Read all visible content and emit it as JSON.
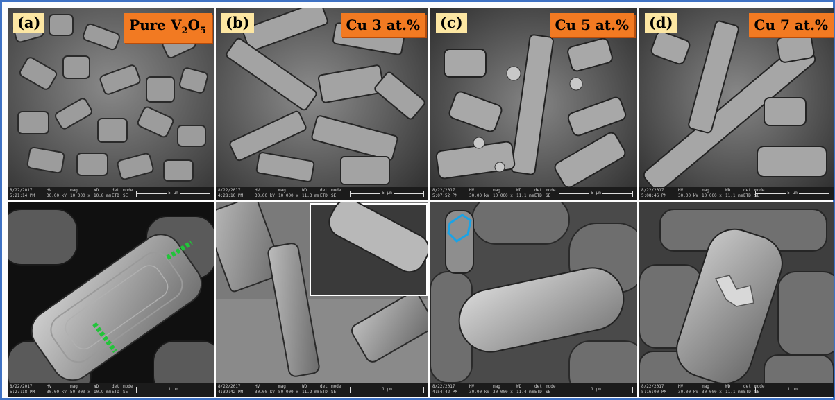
{
  "panels": [
    {
      "letter": "(a)",
      "title_main": "Pure V",
      "title_sub1": "2",
      "title_mid": "O",
      "title_sub2": "5",
      "top_bar": {
        "date": "8/22/2017",
        "time": "5:21:14 PM",
        "hv": "30.00 kV",
        "mag": "10 000 x",
        "wd": "10.8 mm",
        "det": "ETD",
        "mode": "SE",
        "scale": "5 μm"
      },
      "bottom_bar": {
        "date": "8/22/2017",
        "time": "5:27:18 PM",
        "hv": "30.00 kV",
        "mag": "50 000 x",
        "wd": "10.9 mm",
        "det": "ETD",
        "mode": "SE",
        "scale": "1 μm"
      }
    },
    {
      "letter": "(b)",
      "title": "Cu 3 at.%",
      "top_bar": {
        "date": "8/22/2017",
        "time": "4:28:10 PM",
        "hv": "30.00 kV",
        "mag": "10 000 x",
        "wd": "11.3 mm",
        "det": "ETD",
        "mode": "SE",
        "scale": "5 μm"
      },
      "bottom_bar": {
        "date": "8/22/2017",
        "time": "4:39:42 PM",
        "hv": "30.00 kV",
        "mag": "50 000 x",
        "wd": "11.2 mm",
        "det": "ETD",
        "mode": "SE",
        "scale": "1 μm"
      }
    },
    {
      "letter": "(c)",
      "title": "Cu 5 at.%",
      "top_bar": {
        "date": "8/22/2017",
        "time": "5:07:52 PM",
        "hv": "30.00 kV",
        "mag": "10 000 x",
        "wd": "11.1 mm",
        "det": "ETD",
        "mode": "SE",
        "scale": "5 μm"
      },
      "bottom_bar": {
        "date": "8/22/2017",
        "time": "4:54:42 PM",
        "hv": "30.00 kV",
        "mag": "30 000 x",
        "wd": "11.4 mm",
        "det": "ETD",
        "mode": "SE",
        "scale": "1 μm"
      }
    },
    {
      "letter": "(d)",
      "title": "Cu 7 at.%",
      "top_bar": {
        "date": "8/22/2017",
        "time": "5:08:46 PM",
        "hv": "30.00 kV",
        "mag": "10 000 x",
        "wd": "11.1 mm",
        "det": "ETD",
        "mode": "SE",
        "scale": "5 μm"
      },
      "bottom_bar": {
        "date": "8/22/2017",
        "time": "5:16:00 PM",
        "hv": "30.00 kV",
        "mag": "30 000 x",
        "wd": "11.1 mm",
        "det": "ETD",
        "mode": "SE",
        "scale": "1 μm"
      }
    }
  ],
  "bar_labels": {
    "hv": "HV",
    "mag": "mag",
    "wd": "WD",
    "det": "det",
    "mode": "mode"
  },
  "colors": {
    "frame": "#3f72c4",
    "title_bg": "#f27a22",
    "letter_bg": "#fde7a3",
    "marker_green": "#22c43a",
    "marker_blue": "#1aa3e6"
  }
}
